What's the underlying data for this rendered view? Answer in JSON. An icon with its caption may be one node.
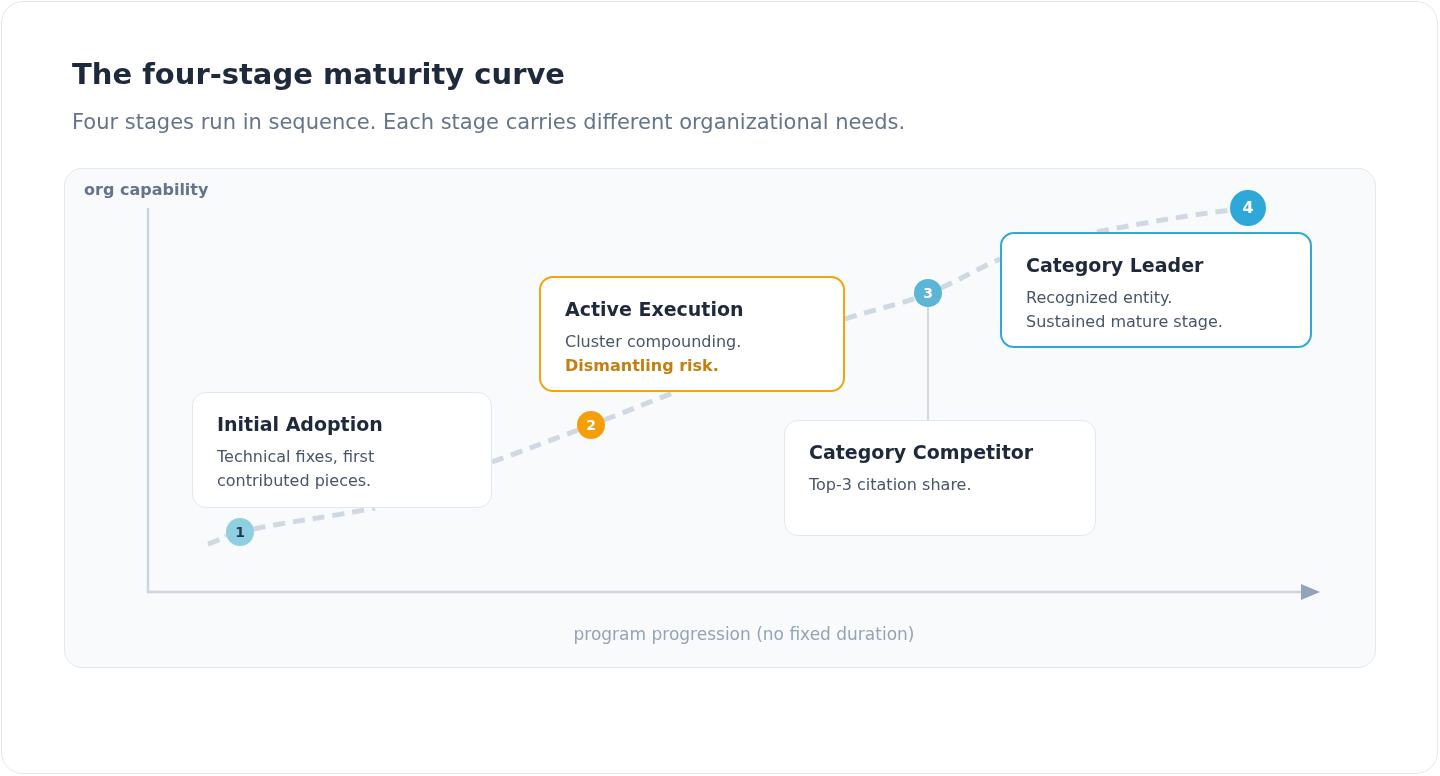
{
  "diagram": {
    "title": "The four-stage maturity curve",
    "caption": "Four stages run in sequence. Each stage carries different organizational needs.",
    "nodes": [
      {
        "text": [
          "Initial Adoption",
          "Technical fixes, first contributed pieces."
        ]
      },
      {
        "text": [
          "Active Execution",
          "Cluster compounding. **Dismantling risk.**"
        ]
      },
      {
        "text": [
          "Category Competitor",
          "Top-3 citation share."
        ]
      },
      {
        "text": [
          "Category Leader",
          "Recognized entity. Sustained mature stage."
        ]
      },
      {
        "text": [
          "1"
        ]
      },
      {
        "text": [
          "2"
        ]
      },
      {
        "text": [
          "3"
        ]
      },
      {
        "text": [
          "4"
        ]
      }
    ],
    "edges": [
      {
        "from": null,
        "to": 4,
        "arrow": "none",
        "style": "dashed"
      },
      {
        "from": 4,
        "to": 0,
        "arrow": "none",
        "style": "dashed"
      },
      {
        "from": 0,
        "to": 5,
        "arrow": "none",
        "style": "dashed"
      },
      {
        "from": 5,
        "to": 1,
        "arrow": "none",
        "style": "dashed"
      },
      {
        "from": 1,
        "to": 6,
        "arrow": "none",
        "style": "dashed"
      },
      {
        "from": 6,
        "to": 3,
        "arrow": "none",
        "style": "dashed"
      },
      {
        "from": 3,
        "to": 7,
        "arrow": "none",
        "style": "dashed"
      },
      {
        "from": 6,
        "to": 2,
        "arrow": "none"
      }
    ],
    "labels": [
      "org capability",
      "program progression (no fixed duration)"
    ]
  }
}
